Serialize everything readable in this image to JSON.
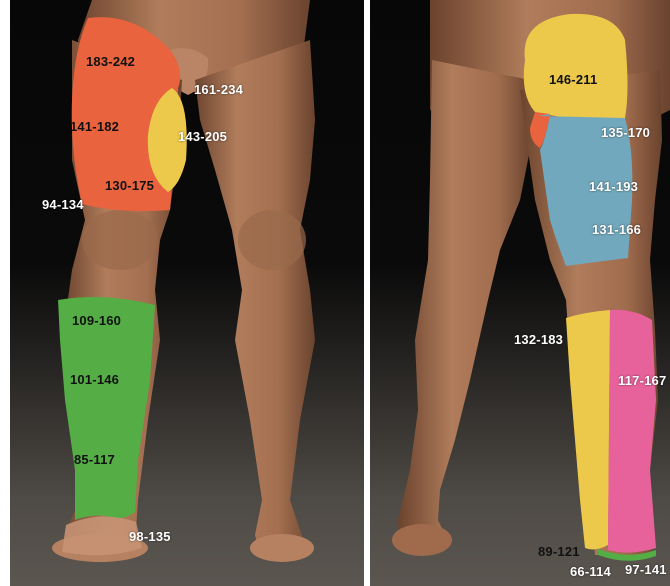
{
  "colors": {
    "orange": "#e8633e",
    "yellow": "#ecc94a",
    "green": "#54ae45",
    "blue": "#72a8bd",
    "pink": "#e7629a",
    "skin": "#a87657",
    "skin_shadow": "#7d5238"
  },
  "front_view": {
    "labels": {
      "thigh_top": "183-242",
      "groin": "161-234",
      "thigh_mid": "141-182",
      "inner_thigh": "143-205",
      "above_knee": "130-175",
      "knee_lateral": "94-134",
      "shin_upper": "109-160",
      "shin_mid": "101-146",
      "shin_lower": "85-117",
      "foot": "98-135"
    }
  },
  "back_view": {
    "labels": {
      "buttock": "146-211",
      "hamstring_upper": "135-170",
      "hamstring_mid": "141-193",
      "hamstring_lower": "131-166",
      "calf_medial": "132-183",
      "calf_lateral": "117-167",
      "heel": "89-121",
      "sole_inner": "66-114",
      "sole_outer": "97-141"
    }
  }
}
